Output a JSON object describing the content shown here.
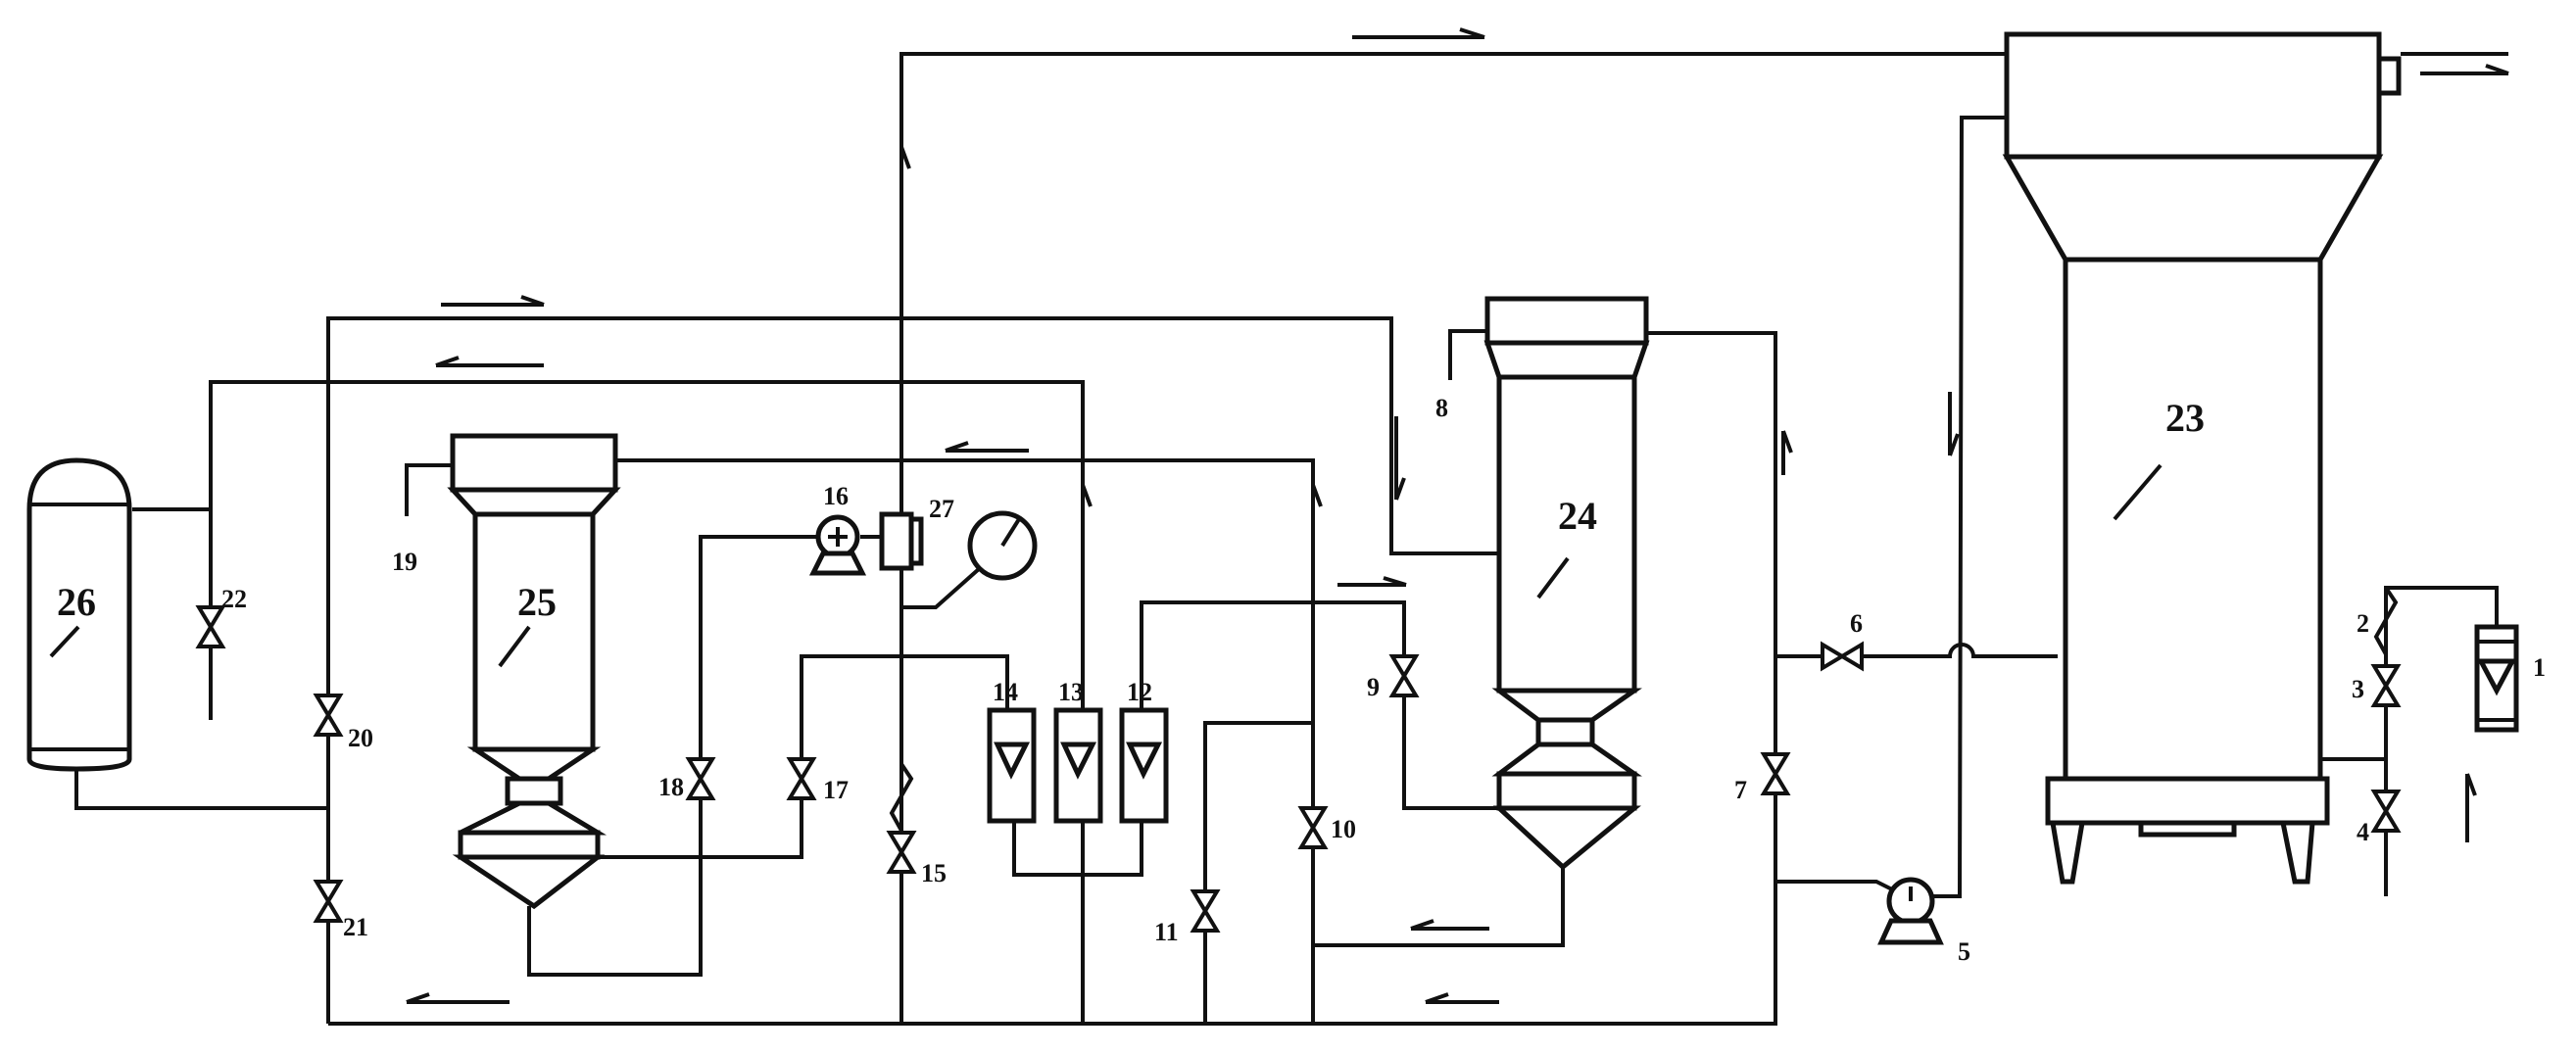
{
  "diagram": {
    "labels": {
      "c1": "1",
      "c2": "2",
      "c3": "3",
      "c4": "4",
      "c5": "5",
      "c6": "6",
      "c7": "7",
      "c8": "8",
      "c9": "9",
      "c10": "10",
      "c11": "11",
      "c12": "12",
      "c13": "13",
      "c14": "14",
      "c15": "15",
      "c16": "16",
      "c17": "17",
      "c18": "18",
      "c19": "19",
      "c20": "20",
      "c21": "21",
      "c22": "22",
      "c23": "23",
      "c24": "24",
      "c25": "25",
      "c26": "26",
      "c27": "27"
    },
    "line_color": "#111111",
    "background": "#ffffff"
  }
}
